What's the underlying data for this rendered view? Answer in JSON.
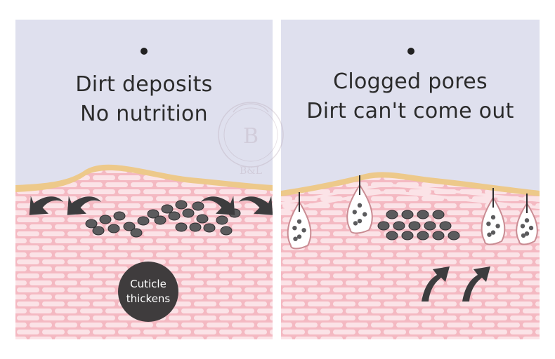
{
  "left_panel": {
    "caption_line1": "Dirt deposits",
    "caption_line2": "No nutrition",
    "badge_line1": "Cuticle",
    "badge_line2": "thickens"
  },
  "right_panel": {
    "caption_line1": "Clogged pores",
    "caption_line2": "Dirt can't come out"
  },
  "watermark": {
    "monogram": "B",
    "brand": "B&L"
  },
  "colors": {
    "sky": "#dfe0ee",
    "crust": "#edc98a",
    "skin": "#f4b9c2",
    "cell": "#fbe3e7",
    "dirt": "#5b5b5d",
    "arrow": "#3c3c3e",
    "text": "#2b2b2b"
  },
  "icons": [
    "down-left-arrow-icon",
    "down-right-arrow-icon",
    "up-right-arrow-icon",
    "dirt-particle-icon",
    "pore-icon"
  ]
}
